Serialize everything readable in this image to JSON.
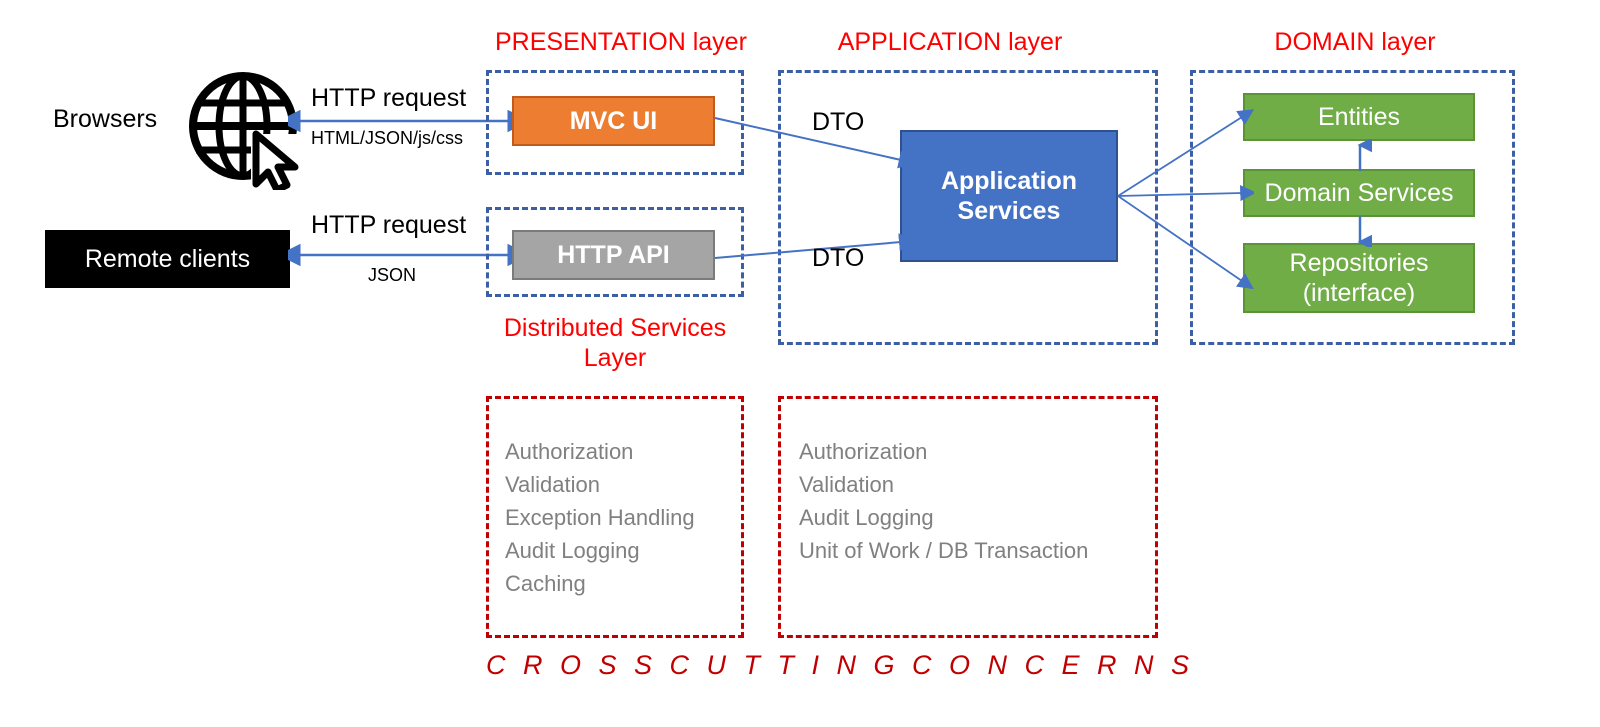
{
  "diagram": {
    "title_banner": "C R O S S   C U T T I N G   C O N C E R N S",
    "colors": {
      "presentation_accent": "#ED7D31",
      "api_accent": "#A5A5A5",
      "application_accent": "#4472C4",
      "domain_accent": "#70AD47",
      "layer_border": "#3B5EA5",
      "concern_border": "#C00000",
      "caption_red": "#FF0000",
      "concern_text": "#808080",
      "arrow": "#4472C4",
      "client_box": "#000000"
    }
  },
  "captions": {
    "presentation": "PRESENTATION layer",
    "application": "APPLICATION layer",
    "domain": "DOMAIN layer",
    "distributed_services": "Distributed Services Layer"
  },
  "clients": {
    "browsers_label": "Browsers",
    "browsers_icon": "globe-cursor-icon",
    "remote_clients_label": "Remote clients"
  },
  "edges": {
    "browser_request": "HTTP request",
    "browser_response": "HTML/JSON/js/css",
    "remote_request": "HTTP request",
    "remote_response": "JSON",
    "dto_top": "DTO",
    "dto_bottom": "DTO"
  },
  "presentation_layer": {
    "nodes": [
      {
        "label": "MVC UI"
      },
      {
        "label": "HTTP API"
      }
    ]
  },
  "application_layer": {
    "nodes": [
      {
        "label_line1": "Application",
        "label_line2": "Services"
      }
    ]
  },
  "domain_layer": {
    "nodes": [
      {
        "label_line1": "Entities",
        "label_line2": ""
      },
      {
        "label_line1": "Domain Services",
        "label_line2": ""
      },
      {
        "label_line1": "Repositories",
        "label_line2": "(interface)"
      }
    ]
  },
  "cross_cutting": {
    "distributed_services_concerns": [
      "Authorization",
      "Validation",
      "Exception Handling",
      "Audit Logging",
      "Caching"
    ],
    "application_concerns": [
      "Authorization",
      "Validation",
      "Audit Logging",
      "Unit of Work / DB Transaction"
    ]
  }
}
